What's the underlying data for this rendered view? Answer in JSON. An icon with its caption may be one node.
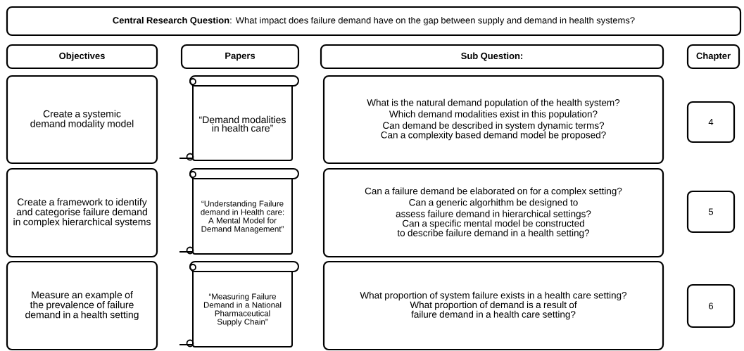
{
  "diagram": {
    "nodes": [
      {
        "text": [
          "**Central Research Question**: What impact does failure demand have on the gap between supply and demand in health systems?"
        ]
      },
      {
        "text": [
          "Objectives"
        ]
      },
      {
        "text": [
          "Papers"
        ]
      },
      {
        "text": [
          "Sub Question:"
        ]
      },
      {
        "text": [
          "Chapter"
        ]
      },
      {
        "text": [
          "Create a systemic demand modality model"
        ]
      },
      {
        "text": [
          "“Demand modalities in health care”"
        ]
      },
      {
        "text": [
          "What is the natural demand population of the health system?",
          "Which demand modalities exist in this population?",
          "Can demand be described in system dynamic terms?",
          "Can a complexity based demand model be proposed?"
        ]
      },
      {
        "text": [
          "4"
        ]
      },
      {
        "text": [
          "Create a framework to identify and categorise failure demand in complex hierarchical systems"
        ]
      },
      {
        "text": [
          "“Understanding Failure demand in Health care: A Mental Model for Demand Management”"
        ]
      },
      {
        "text": [
          "Can a failure demand be elaborated on for a complex setting?",
          "Can a generic algorhithm be designed to assess failure demand in hierarchical settings?",
          "Can a specific mental model be constructed to describe failure demand in a health setting?"
        ]
      },
      {
        "text": [
          "5"
        ]
      },
      {
        "text": [
          "Measure an example of the prevalence of failure demand in a health setting"
        ]
      },
      {
        "text": [
          "“Measuring Failure Demand in a National Pharmaceutical Supply Chain”"
        ]
      },
      {
        "text": [
          "What proportion of system failure exists in a health care setting?",
          "What proportion of demand is a result of failure demand in a health care setting?"
        ]
      },
      {
        "text": [
          "6"
        ]
      }
    ]
  }
}
